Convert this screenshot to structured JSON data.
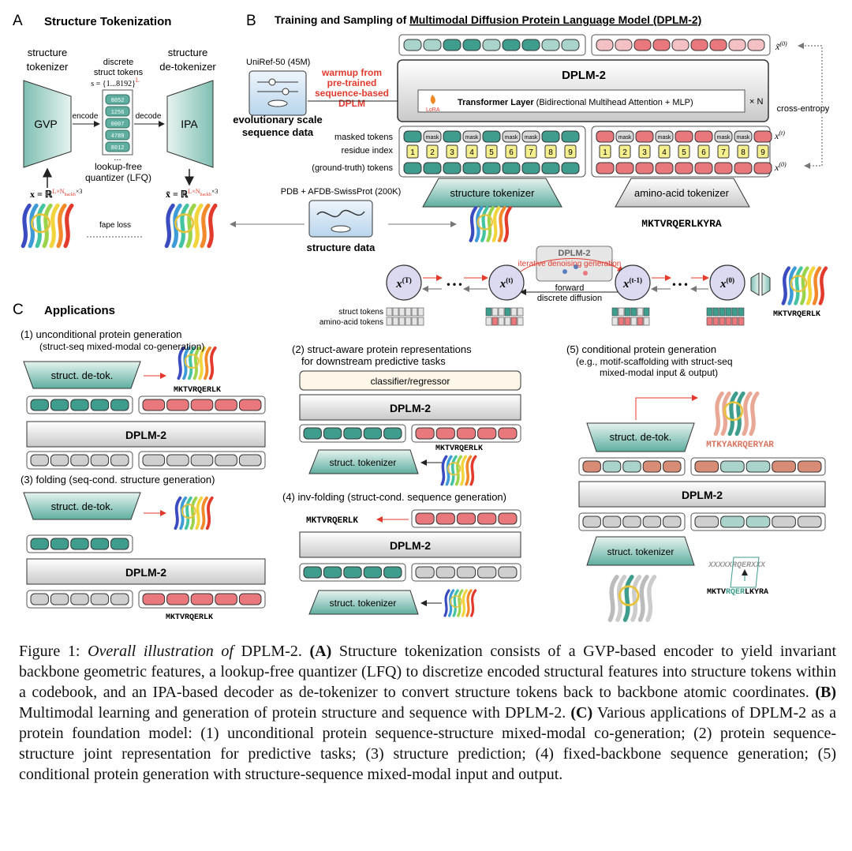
{
  "panelA": {
    "letter": "A",
    "title": "Structure Tokenization",
    "tokenizer_label": [
      "structure",
      "tokenizer"
    ],
    "detokenizer_label": [
      "structure",
      "de-tokenizer"
    ],
    "discrete_label": [
      "discrete",
      "struct tokens"
    ],
    "s_formula": "s = {1...8192}",
    "s_sup": "L",
    "codes": [
      "8052",
      "1256",
      "0007",
      "4789",
      "8012"
    ],
    "dots": "...",
    "lfq_label": [
      "lookup-free",
      "quantizer (LFQ)"
    ],
    "gvp": "GVP",
    "ipa": "IPA",
    "encode": "encode",
    "decode": "decode",
    "x_formula": "x = ℝ",
    "x_sup": "L×N",
    "x_sub": "backb",
    "x_sup2": "×3",
    "xt_formula": "x̃ = ℝ",
    "fape": "fape loss"
  },
  "panelB": {
    "letter": "B",
    "title_prefix": "Training and Sampling of ",
    "title_u": "Multimodal Diffusion Protein Language Model (DPLM-2)",
    "uniref": "UniRef-50 (45M)",
    "evo": [
      "evolutionary scale",
      "sequence data"
    ],
    "warmup": [
      "warmup from",
      "pre-trained",
      "sequence-based",
      "DPLM"
    ],
    "dplm2": "DPLM-2",
    "lora": "LoRA",
    "transformer_bold": "Transformer Layer",
    "transformer_rest": " (Bidirectional Multihead Attention  +  MLP)",
    "xn": "× N",
    "cross_entropy": "cross-entropy",
    "x0hat": "x̃",
    "x_label": "x",
    "sup0": "(0)",
    "supt": "(t)",
    "masked_tokens": "masked tokens",
    "residue_index": "residue index",
    "gt_tokens": "(ground-truth) tokens",
    "mask": "mask",
    "indices": [
      "1",
      "2",
      "3",
      "4",
      "5",
      "6",
      "7",
      "8",
      "9"
    ],
    "struct_tokenizer": "structure tokenizer",
    "aa_tokenizer": "amino-acid tokenizer",
    "sequence": "MKTVRQERLKYRA",
    "pdb": "PDB + AFDB-SwissProt (200K)",
    "structure_data": "structure data",
    "dplm2_small": "DPLM-2",
    "iterative": "iterative denoising generation",
    "forward": [
      "forward",
      "discrete diffusion"
    ],
    "xT": "(T)",
    "xt": "(t)",
    "xt1": "(t-1)",
    "x0": "(0)",
    "struct_tokens": "struct tokens",
    "aa_tokens": "amino-acid tokens",
    "seq_short": "MKTVRQERLK",
    "ellipsis": "• • •"
  },
  "panelC": {
    "letter": "C",
    "title": "Applications",
    "app1": [
      "(1) unconditional protein generation",
      "(struct-seq mixed-modal co-generation)"
    ],
    "app2": [
      "(2) struct-aware protein representations",
      "for downstream predictive tasks"
    ],
    "app3": "(3) folding (seq-cond. structure generation)",
    "app4": "(4) inv-folding (struct-cond. sequence generation)",
    "app5": [
      "(5) conditional protein generation",
      "(e.g., motif-scaffolding with struct-seq",
      "mixed-modal input & output)"
    ],
    "detok": "struct. de-tok.",
    "tok": "struct. tokenizer",
    "classifier": "classifier/regressor",
    "dplm2": "DPLM-2",
    "seq": "MKTVRQERLK",
    "seq5": "MTKYAKRQERYAR",
    "motif": "XXXXXRQERXXX",
    "seq5b_a": "MKTV",
    "seq5b_b": "RQER",
    "seq5b_c": "LKYRA"
  },
  "caption": {
    "label": "Figure 1:",
    "title_i": "Overall illustration of",
    "name": "DPLM-2",
    "t1": ". ",
    "A": "(A)",
    "tA": " Structure tokenization consists of a GVP-based encoder to yield invariant backbone geometric features, a lookup-free quantizer (LFQ) to discretize encoded structural features into structure tokens within a codebook, and an IPA-based decoder as de-tokenizer to convert structure tokens back to backbone atomic coordinates. ",
    "B": "(B)",
    "tB": " Multimodal learning and generation of protein structure and sequence with DPLM-2. ",
    "C": "(C)",
    "tC": " Various applications of DPLM-2 as a protein foundation model: (1) unconditional protein sequence-structure mixed-modal co-generation; (2) protein sequence-structure joint representation for predictive tasks; (3) structure prediction; (4) fixed-backbone sequence generation; (5) conditional protein generation with structure-sequence mixed-modal input and output."
  },
  "colors": {
    "teal": "#3f9d8e",
    "teal_light": "#a9d3cb",
    "pink": "#e8787c",
    "pink_light": "#f3c1c3",
    "gray": "#cfcfcf",
    "red": "#e23b2e",
    "yellow": "#f5ef8e",
    "lavender": "#dcdaf0"
  }
}
